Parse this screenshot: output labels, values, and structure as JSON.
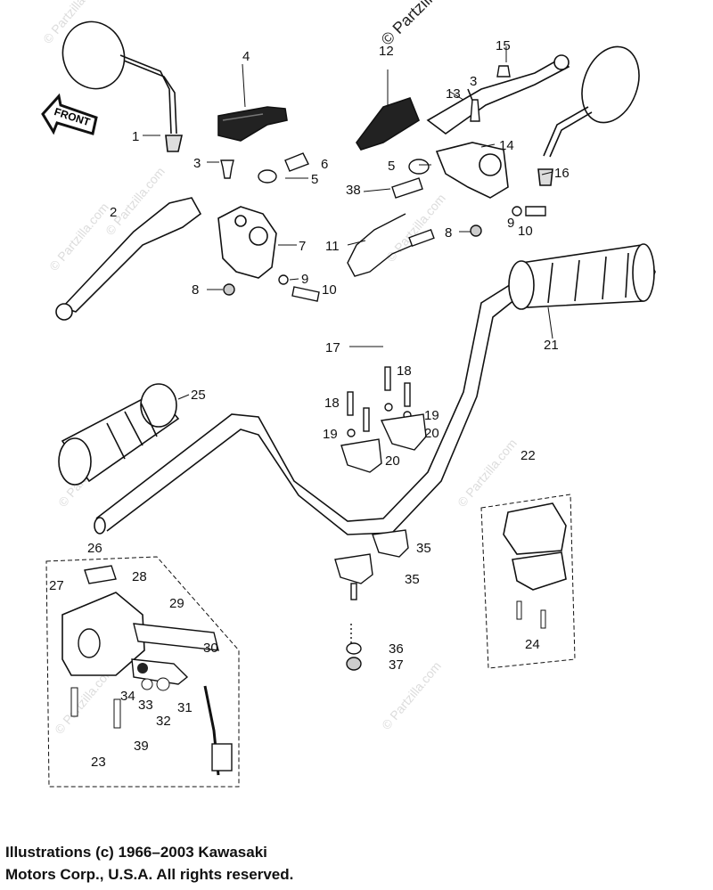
{
  "brand": "© Partzilla",
  "watermark": "© Partzilla.com",
  "front_label": "FRONT",
  "callouts": [
    "1",
    "2",
    "3",
    "3",
    "4",
    "5",
    "5",
    "6",
    "7",
    "8",
    "8",
    "9",
    "9",
    "10",
    "10",
    "11",
    "12",
    "13",
    "14",
    "15",
    "16",
    "17",
    "18",
    "18",
    "19",
    "19",
    "20",
    "20",
    "21",
    "22",
    "23",
    "24",
    "25",
    "26",
    "27",
    "28",
    "29",
    "30",
    "31",
    "32",
    "33",
    "34",
    "35",
    "35",
    "36",
    "37",
    "38",
    "39"
  ],
  "footer": {
    "line1": "Illustrations (c) 1966–2003 Kawasaki",
    "line2": "Motors Corp., U.S.A.  All rights reserved."
  }
}
